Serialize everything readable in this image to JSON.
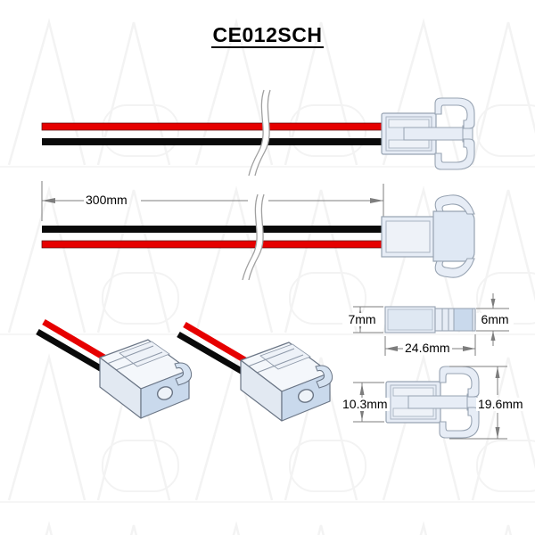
{
  "title": "CE012SCH",
  "dimensions": {
    "cable_length": "300mm",
    "connector_side_height": "7mm",
    "connector_tip_height": "6mm",
    "connector_length": "24.6mm",
    "connector_body_width": "10.3mm",
    "connector_overall_width": "19.6mm"
  },
  "colors": {
    "wire_red": "#e60000",
    "wire_black": "#0a0a0a",
    "connector_fill": "#e7edf6",
    "connector_inner": "#eef2f8",
    "connector_accent": "#c9d9ec",
    "outline": "#97a3b2",
    "iso_outline": "#6b7686",
    "dimension_line": "#7d7d7d",
    "watermark": "#f3f3f3"
  }
}
